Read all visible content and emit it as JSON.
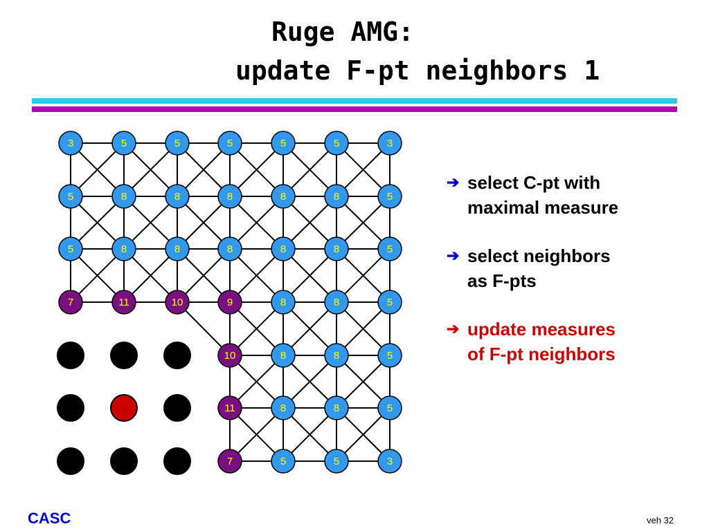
{
  "slide": {
    "title_line1": "Ruge AMG:",
    "title_line2": "update F-pt neighbors 1"
  },
  "colors": {
    "accent_cyan": "#33c6e8",
    "accent_purple": "#b400b4",
    "node_blue": "#3399ee",
    "node_purple": "#7a0f82",
    "label_yellow": "#ffff00",
    "fpoint_black": "#000000",
    "cpoint_red": "#cc0000",
    "highlight_text": "#cc0000",
    "footer_blue": "#0000cc"
  },
  "grid": {
    "cols": 7,
    "rows": 7,
    "nodes": [
      [
        "3",
        "5",
        "5",
        "5",
        "5",
        "5",
        "3"
      ],
      [
        "5",
        "8",
        "8",
        "8",
        "8",
        "8",
        "5"
      ],
      [
        "5",
        "8",
        "8",
        "8",
        "8",
        "8",
        "5"
      ],
      [
        "7",
        "11",
        "10",
        "9",
        "8",
        "8",
        "5"
      ],
      [
        "F",
        "F",
        "F",
        "10",
        "8",
        "8",
        "5"
      ],
      [
        "F",
        "C",
        "F",
        "11",
        "8",
        "8",
        "5"
      ],
      [
        "F",
        "F",
        "F",
        "7",
        "5",
        "5",
        "3"
      ]
    ],
    "updated_nodes": [
      [
        3,
        0
      ],
      [
        3,
        1
      ],
      [
        3,
        2
      ],
      [
        3,
        3
      ],
      [
        4,
        3
      ],
      [
        5,
        3
      ],
      [
        6,
        3
      ]
    ]
  },
  "bullets": [
    {
      "icon": "arrow-right-icon",
      "lines": [
        "select C-pt with",
        "maximal measure"
      ],
      "highlight": false
    },
    {
      "icon": "arrow-right-icon",
      "lines": [
        "select neighbors",
        "as F-pts"
      ],
      "highlight": false
    },
    {
      "icon": "arrow-right-icon",
      "lines": [
        "update measures",
        "of F-pt neighbors"
      ],
      "highlight": true
    }
  ],
  "footer": {
    "left": "CASC",
    "right": "veh 32"
  }
}
